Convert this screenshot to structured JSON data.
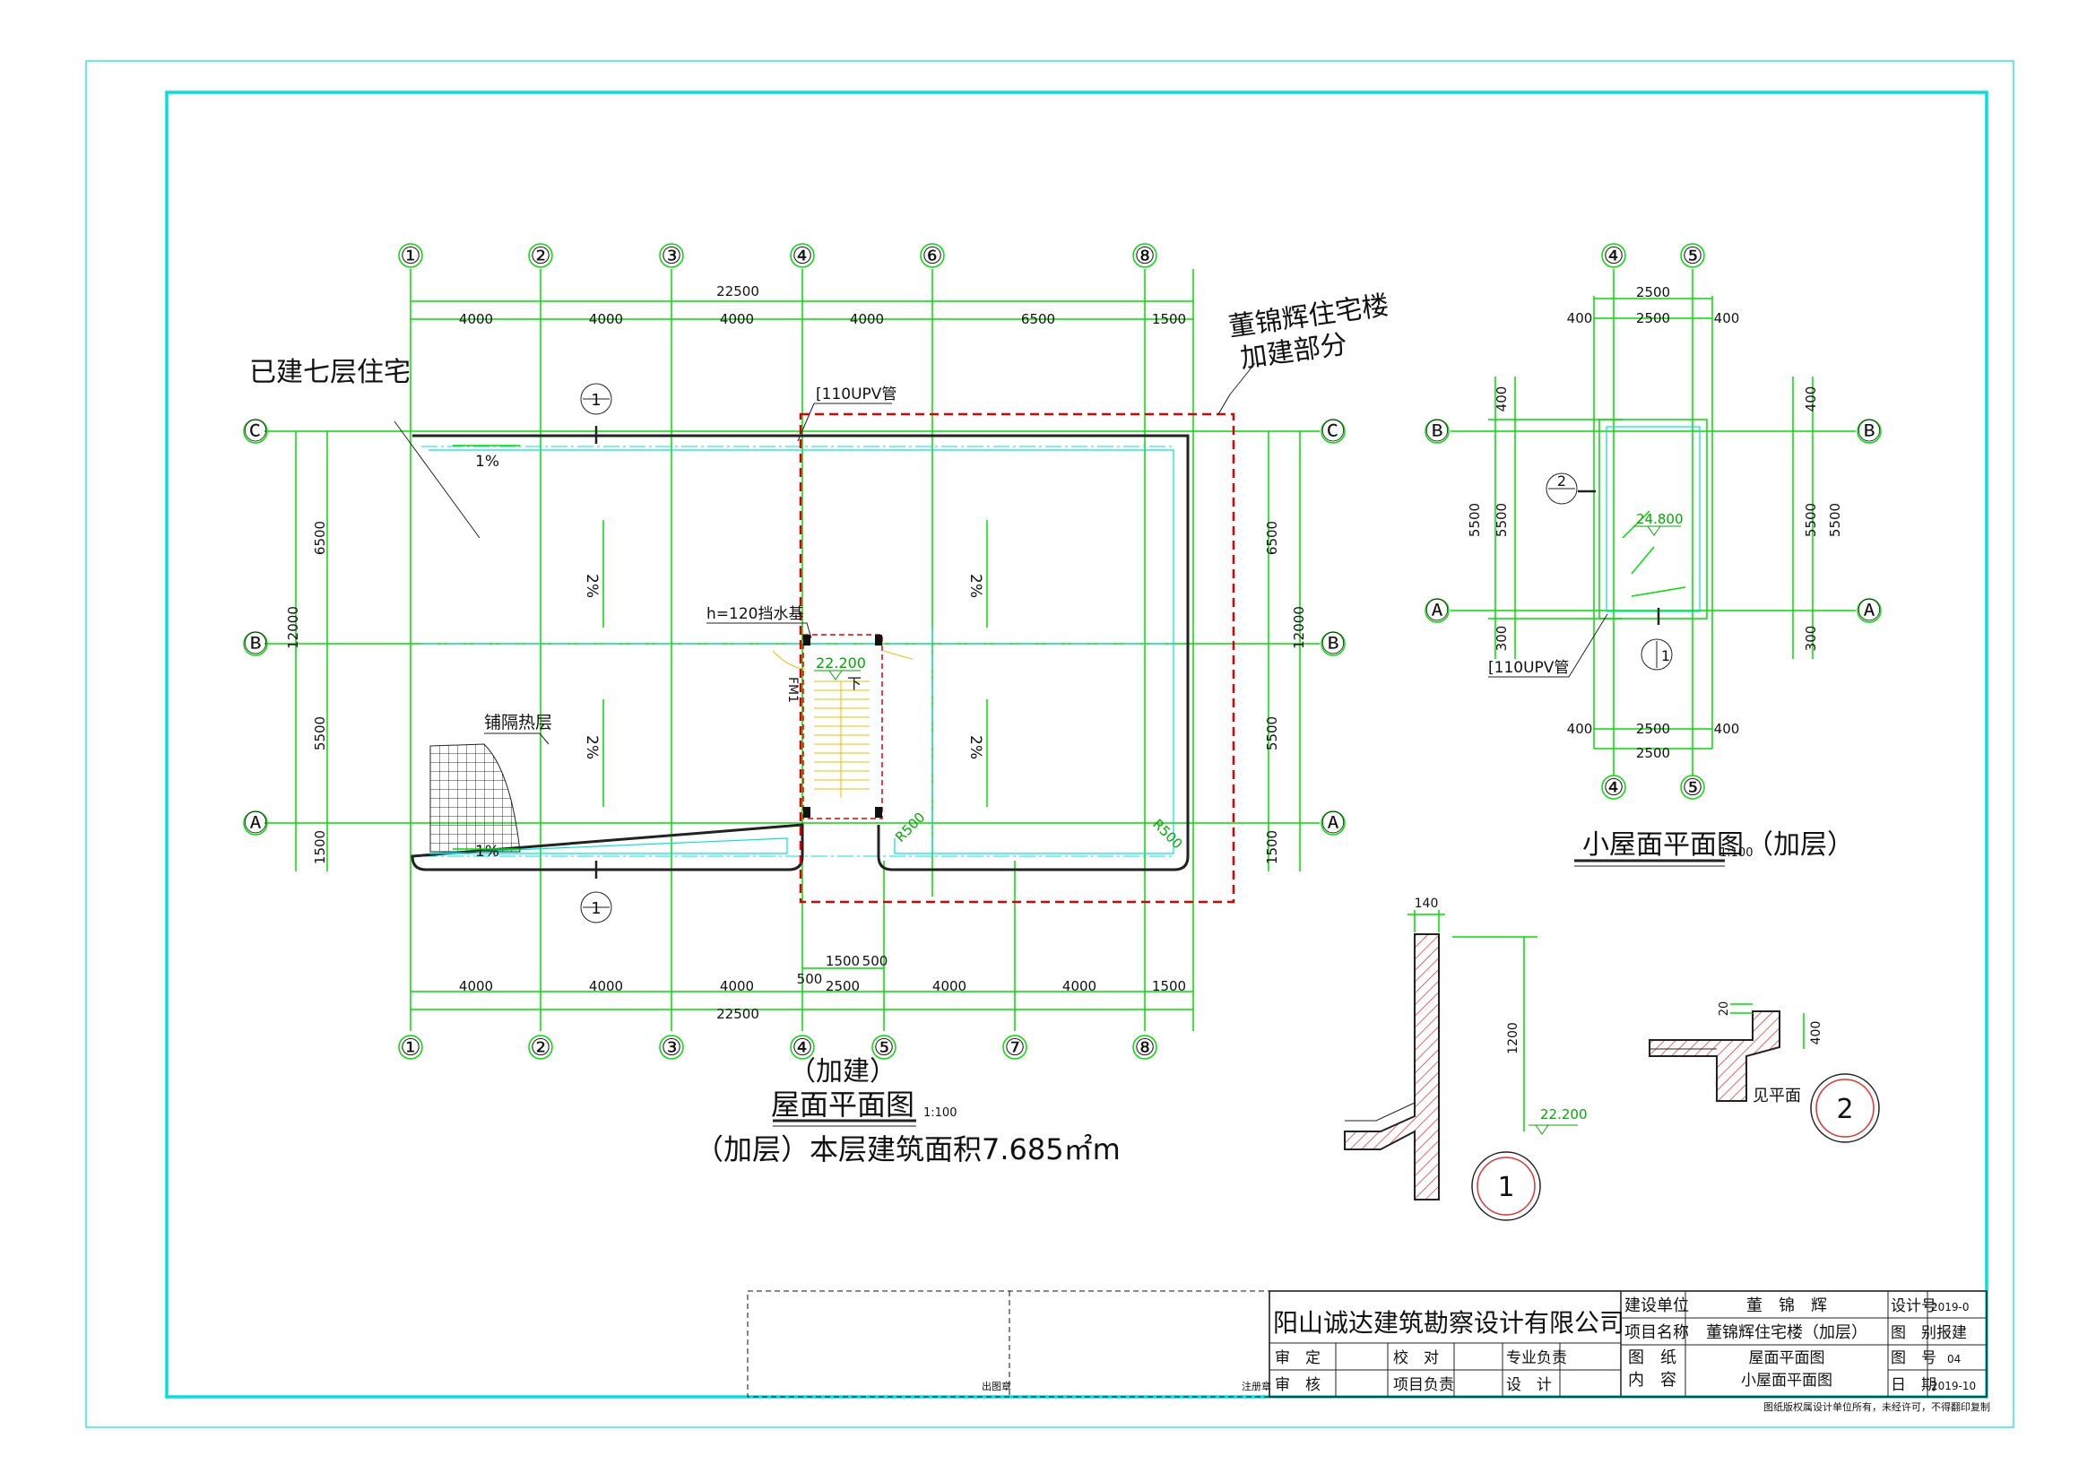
{
  "colors": {
    "frame": "#00e0e0",
    "grid": "#00dd00",
    "wall": "#222222",
    "addition": "#dd0000",
    "hatch": "#dd3333"
  },
  "plan": {
    "axes_top": [
      "①",
      "②",
      "③",
      "④",
      "⑥",
      "⑧"
    ],
    "axes_bottom": [
      "①",
      "②",
      "③",
      "④",
      "⑤",
      "⑦",
      "⑧"
    ],
    "axes_side": [
      "Ⓒ",
      "Ⓑ",
      "Ⓐ"
    ],
    "dims_top": [
      "4000",
      "4000",
      "4000",
      "4000",
      "6500",
      "1500"
    ],
    "total_top": "22500",
    "dims_bottom": [
      "4000",
      "4000",
      "4000",
      "2500",
      "4000",
      "4000",
      "1500"
    ],
    "total_bottom": "22500",
    "dims_sub": [
      "1500",
      "500",
      "500"
    ],
    "dims_left": [
      "6500",
      "5500",
      "1500"
    ],
    "dims_left_total": "12000",
    "dims_right": [
      "6500",
      "5500",
      "1500"
    ],
    "dims_right_total": "12000",
    "label_existing": "已建七层住宅",
    "label_addition_1": "董锦辉住宅楼",
    "label_addition_2": "加建部分",
    "label_pipe": "[110UPV管",
    "label_parapet": "h=120挡水基",
    "label_fm": "FM1",
    "label_insulation": "铺隔热层",
    "label_down": "下",
    "elev": "22.200",
    "slope_1": "1%",
    "slope_2": "2%",
    "r500": "R500",
    "section_mark": "1",
    "title_pre": "（加建）",
    "title": "屋面平面图",
    "scale": "1:100",
    "area_note": "（加层）本层建筑面积7.685㎡m"
  },
  "small": {
    "axes": [
      "④",
      "⑤"
    ],
    "rows": [
      "Ⓑ",
      "Ⓐ"
    ],
    "dim_total": "2500",
    "dims_h": [
      "400",
      "2500",
      "400"
    ],
    "dims_v_left": [
      "400",
      "5500",
      "300"
    ],
    "dims_v_left_inner": "5500",
    "dims_v_right": [
      "400",
      "5500",
      "300"
    ],
    "dims_v_right_inner": "5500",
    "elev": "24.800",
    "pipe": "[110UPV管",
    "mark_2": "2",
    "mark_1": "1",
    "title": "小屋面平面图",
    "scale": "1:100",
    "title_suffix": "（加层）"
  },
  "details": {
    "d1_140": "140",
    "d1_1200": "1200",
    "d1_elev": "22.200",
    "d1_no": "1",
    "d2_20": "20",
    "d2_400": "400",
    "d2_label": "见平面",
    "d2_no": "2"
  },
  "titleblock": {
    "company": "阳山诚达建筑勘察设计有限公司",
    "chutu": "出图章",
    "zhuce": "注册章",
    "shending": "审　定",
    "jiaodui": "校　对",
    "zhuanye": "专业负责",
    "shenhe": "审　核",
    "xiangmu": "项目负责",
    "sheji": "设　计",
    "build_unit_label": "建设单位",
    "build_unit": "董　锦　辉",
    "project_label": "项目名称",
    "project": "董锦辉住宅楼（加层）",
    "content_label_1": "图　纸",
    "content_label_2": "内　容",
    "content_1": "屋面平面图",
    "content_2": "小屋面平面图",
    "design_no_label": "设计号",
    "design_no": "2019-0",
    "type_label": "图　别",
    "type": "报建",
    "sheet_label": "图　号",
    "sheet": "04",
    "date_label": "日　期",
    "date": "2019-10",
    "copyright": "图纸版权属设计单位所有，未经许可，不得翻印复制"
  }
}
